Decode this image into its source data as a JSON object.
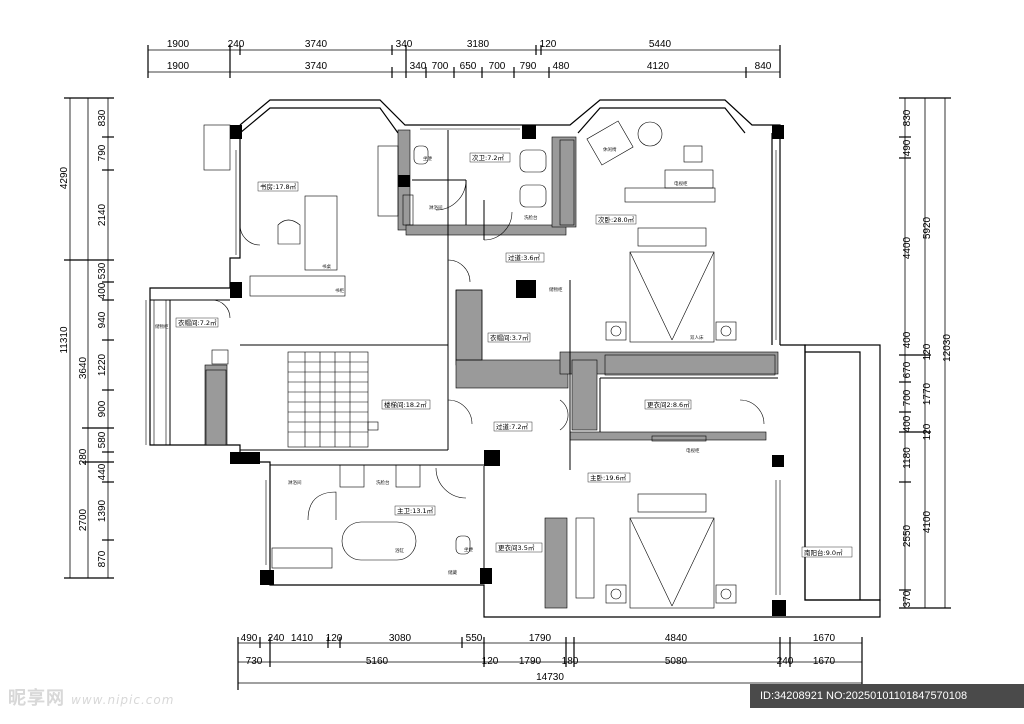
{
  "dimensions": {
    "top_row1": [
      "1900",
      "240",
      "3740",
      "340",
      "3180",
      "120",
      "5440"
    ],
    "top_row2": [
      "1900",
      "3740",
      "340",
      "700",
      "650",
      "700",
      "790",
      "480",
      "4120",
      "840"
    ],
    "bottom_row1": [
      "490",
      "240",
      "1410",
      "120",
      "3080",
      "550",
      "1790",
      "4840",
      "1670"
    ],
    "bottom_row2": [
      "730",
      "5160",
      "120",
      "1790",
      "180",
      "5080",
      "240",
      "1670"
    ],
    "bottom_total": "14730",
    "left_outer": [
      "4290",
      "11310"
    ],
    "left_inner": [
      "830",
      "790",
      "2140",
      "530",
      "400",
      "940",
      "1220",
      "3640",
      "900",
      "580",
      "280",
      "440",
      "1390",
      "2700",
      "870"
    ],
    "right_inner": [
      "830",
      "490",
      "5920",
      "4400",
      "400",
      "670",
      "120",
      "1770",
      "700",
      "400",
      "120",
      "1180",
      "4100",
      "2550",
      "370"
    ],
    "right_outer": [
      "12030"
    ]
  },
  "rooms": {
    "study": "书房:17.8㎡",
    "guest_bath": "次卫:7.2㎡",
    "guest_bedroom": "次卧:28.0㎡",
    "corridor_1": "过道:3.6㎡",
    "cloakroom_left": "衣帽间:7.2㎡",
    "cloakroom_mid": "衣帽间:3.7㎡",
    "stairwell": "楼梯间:18.2㎡",
    "dressing_room_2": "更衣间2:8.6㎡",
    "corridor_2": "过道:7.2㎡",
    "master_bedroom": "主卧:19.6㎡",
    "master_bath": "主卫:13.1㎡",
    "dressing_room_3": "更衣间3.5㎡",
    "south_balcony": "南阳台:9.0㎡"
  },
  "furniture": {
    "toilet": "坐便",
    "shower": "淋浴间",
    "wash_basin": "洗脸台",
    "bookshelf": "书柜",
    "desk": "书桌",
    "tv_cabinet": "电视柜",
    "bed": "双人床",
    "bedside": "床头柜",
    "wardrobe": "储物柜",
    "bathtub": "浴缸",
    "leisure_chair": "休闲椅",
    "storage": "储藏"
  },
  "watermark": {
    "logo": "昵享网",
    "url": "www.nipic.com"
  },
  "image_id": "ID:34208921 NO:20250101101847570108"
}
